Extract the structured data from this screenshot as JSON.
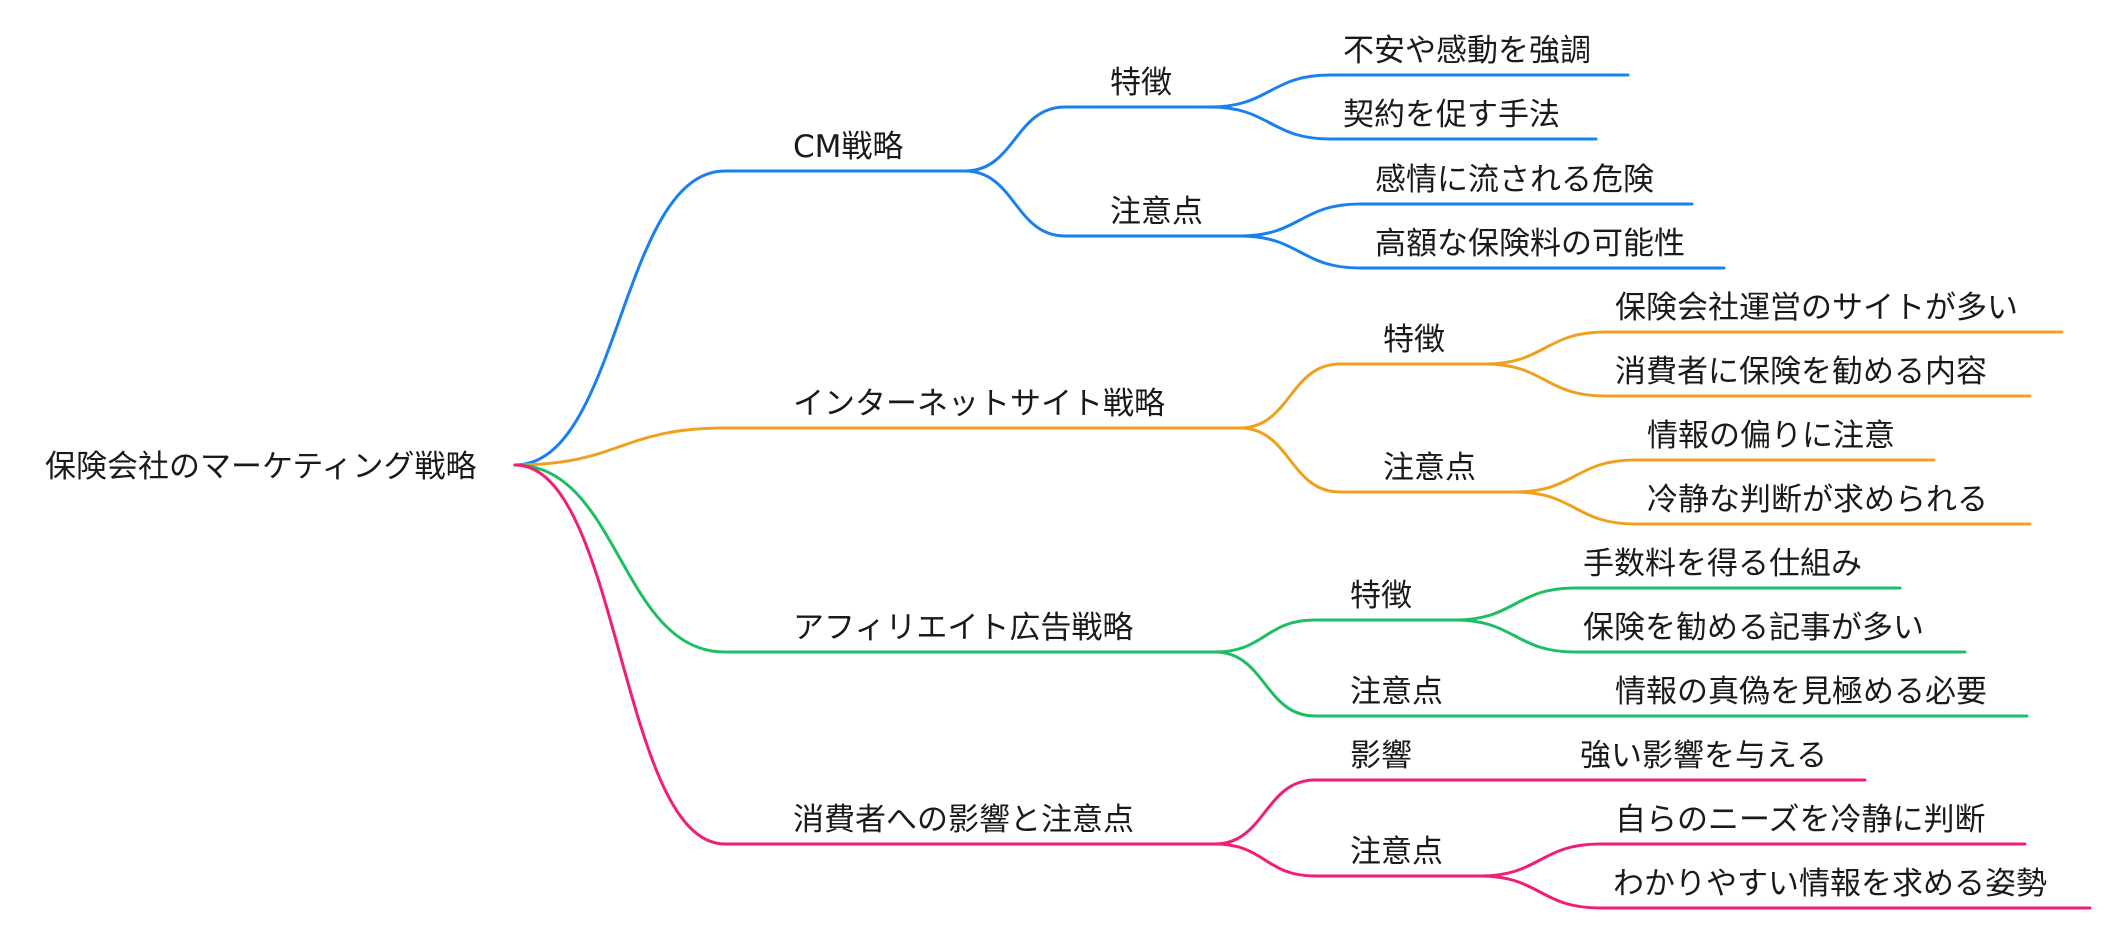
{
  "root": {
    "label": "保険会社のマーケティング戦略"
  },
  "colors": {
    "b0": "#1a80f0",
    "b1": "#f0a01e",
    "b2": "#1ebe64",
    "b3": "#f01e78"
  },
  "branches": [
    {
      "label": "CM戦略",
      "children": [
        {
          "label": "特徴",
          "children": [
            "不安や感動を強調",
            "契約を促す手法"
          ]
        },
        {
          "label": "注意点",
          "children": [
            "感情に流される危険",
            "高額な保険料の可能性"
          ]
        }
      ]
    },
    {
      "label": "インターネットサイト戦略",
      "children": [
        {
          "label": "特徴",
          "children": [
            "保険会社運営のサイトが多い",
            "消費者に保険を勧める内容"
          ]
        },
        {
          "label": "注意点",
          "children": [
            "情報の偏りに注意",
            "冷静な判断が求められる"
          ]
        }
      ]
    },
    {
      "label": "アフィリエイト広告戦略",
      "children": [
        {
          "label": "特徴",
          "children": [
            "手数料を得る仕組み",
            "保険を勧める記事が多い"
          ]
        },
        {
          "label": "注意点",
          "children": [
            "情報の真偽を見極める必要"
          ]
        }
      ]
    },
    {
      "label": "消費者への影響と注意点",
      "children": [
        {
          "label": "影響",
          "children": [
            "強い影響を与える"
          ]
        },
        {
          "label": "注意点",
          "children": [
            "自らのニーズを冷静に判断",
            "わかりやすい情報を求める姿勢"
          ]
        }
      ]
    }
  ]
}
